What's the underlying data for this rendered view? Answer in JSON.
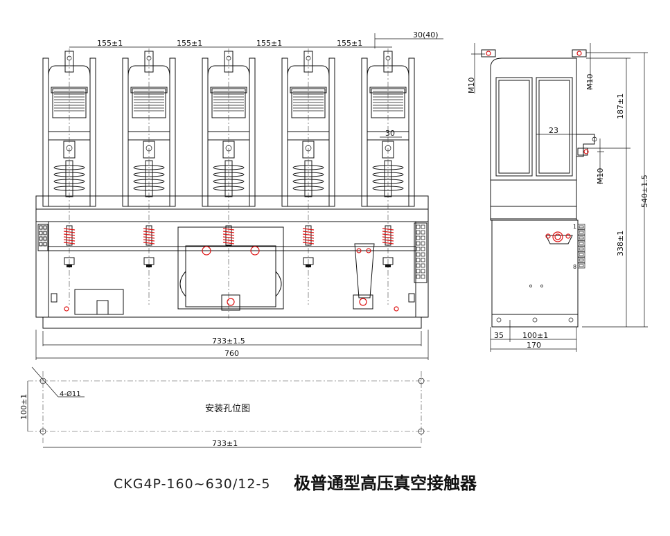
{
  "title": {
    "model_code": "CKG4P-160~630/12-5",
    "name": "极普通型高压真空接触器"
  },
  "front_view": {
    "pole_pitch_labels": [
      "155±1",
      "155±1",
      "155±1",
      "155±1"
    ],
    "terminal_offset": "30(40)",
    "terminal_offset_small": "30",
    "overall_inner_width": "733±1.5",
    "overall_width": "760"
  },
  "side_view": {
    "bolt_top_left": "M10",
    "bolt_top_right": "M10",
    "bolt_lower": "M10",
    "upper_height": "187±1",
    "lower_height": "338±1",
    "total_height": "540±1.5",
    "bracket_offset": "23",
    "base_hole_offset": "35",
    "base_hole_pitch": "100±1",
    "base_depth": "170",
    "terminal_mark_1": "1",
    "terminal_mark_8": "8"
  },
  "mounting": {
    "caption": "安装孔位图",
    "holes": "4-Ø11",
    "depth_pitch": "100±1",
    "width_pitch": "733±1"
  }
}
